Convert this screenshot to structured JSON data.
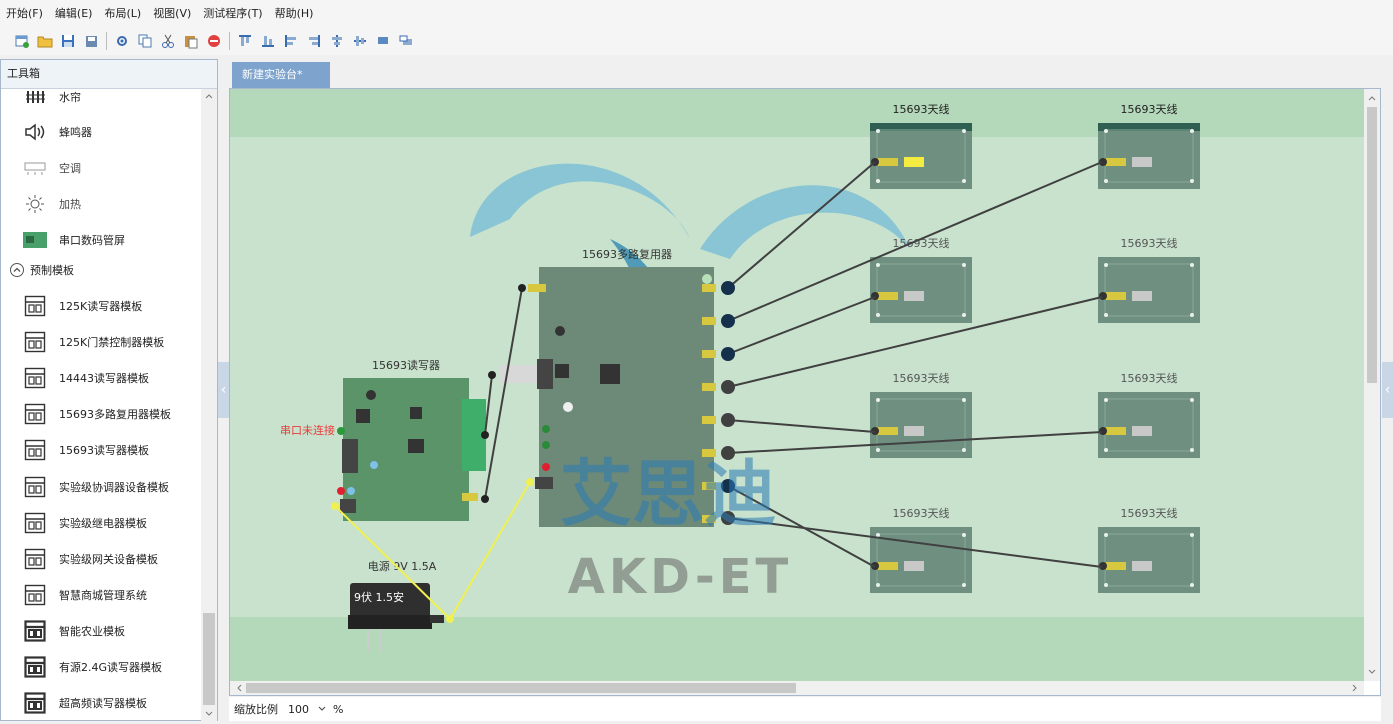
{
  "menu": [
    "开始(F)",
    "编辑(E)",
    "布局(L)",
    "视图(V)",
    "测试程序(T)",
    "帮助(H)"
  ],
  "toolbox": {
    "title": "工具箱",
    "items_top": [
      {
        "label": "水帘",
        "icon": "water-curtain-icon"
      },
      {
        "label": "蜂鸣器",
        "icon": "buzzer-icon"
      },
      {
        "label": "空调",
        "icon": "air-conditioner-icon"
      },
      {
        "label": "加热",
        "icon": "heater-icon"
      },
      {
        "label": "串口数码管屏",
        "icon": "serial-display-icon"
      }
    ],
    "group": "预制模板",
    "templates": [
      "125K读写器模板",
      "125K门禁控制器模板",
      "14443读写器模板",
      "15693多路复用器模板",
      "15693读写器模板",
      "实验级协调器设备模板",
      "实验级继电器模板",
      "实验级网关设备模板",
      "智慧商城管理系统",
      "智能农业模板",
      "有源2.4G读写器模板",
      "超高频读写器模板"
    ]
  },
  "document_tab": "新建实验台*",
  "canvas": {
    "multiplexer_label": "15693多路复用器",
    "reader_label": "15693读写器",
    "serial_status": "串口未连接",
    "power_label": "电源 9V 1.5A",
    "power_body_text": "9伏 1.5安",
    "antenna_label": "15693天线",
    "watermark_brand": "艾思迪",
    "watermark_text": "AKD-ET"
  },
  "status": {
    "zoom_label": "缩放比例",
    "zoom_value": "100",
    "zoom_unit": "%"
  },
  "colors": {
    "canvas_bg": "#c8e2cd",
    "canvas_band": "#b4d8ba",
    "board_green": "#5a9468",
    "wire_dark": "#404040",
    "wire_yellow": "#f0f050",
    "serial_status": "#e83c3c",
    "accent_tab": "#7ea3cc"
  }
}
